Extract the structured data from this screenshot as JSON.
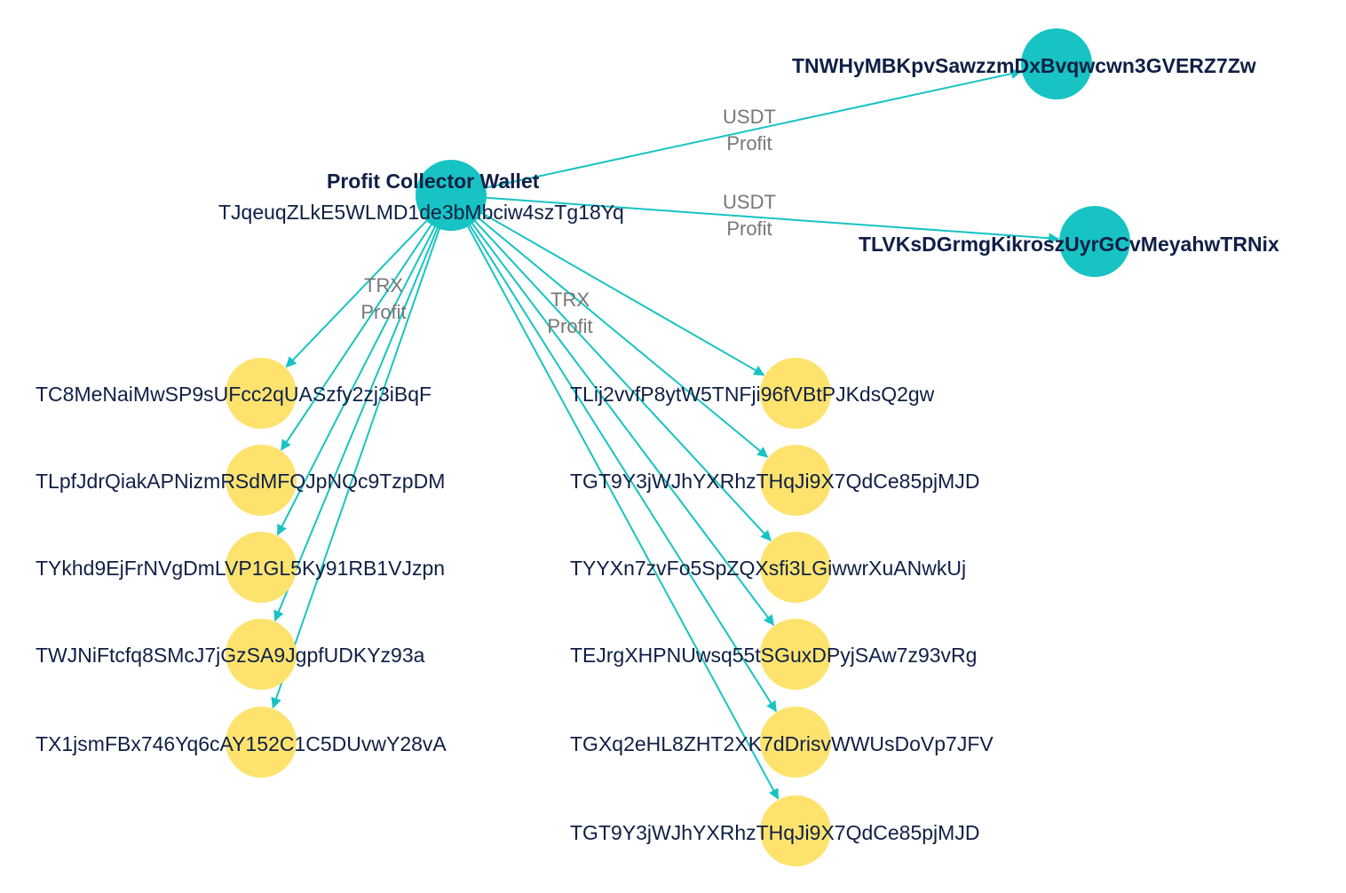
{
  "colors": {
    "teal": "#17c3c3",
    "yellow": "#fde36e",
    "edge": "#17c3c3",
    "text": "#0f1f45",
    "edge_label": "#777777"
  },
  "hub": {
    "title": "Profit Collector Wallet",
    "address": "TJqeuqZLkE5WLMD1de3bMbciw4szTg18Yq"
  },
  "usdt_nodes": [
    {
      "address": "TNWHyMBKpvSawzzmDxBvqwcwn3GVERZ7Zw"
    },
    {
      "address": "TLVKsDGrmgKikroszUyrGCvMeyahwTRNix"
    }
  ],
  "trx_left_nodes": [
    {
      "address": "TC8MeNaiMwSP9sUFcc2qUASzfy2zj3iBqF"
    },
    {
      "address": "TLpfJdrQiakAPNizmRSdMFQJpNQc9TzpDM"
    },
    {
      "address": "TYkhd9EjFrNVgDmLVP1GL5Ky91RB1VJzpn"
    },
    {
      "address": "TWJNiFtcfq8SMcJ7jGzSA9JgpfUDKYz93a"
    },
    {
      "address": "TX1jsmFBx746Yq6cAY152C1C5DUvwY28vA"
    }
  ],
  "trx_right_nodes": [
    {
      "address": "TLij2vvfP8ytW5TNFji96fVBtPJKdsQ2gw"
    },
    {
      "address": "TGT9Y3jWJhYXRhzTHqJi9X7QdCe85pjMJD"
    },
    {
      "address": "TYYXn7zvFo5SpZQXsfi3LGiwwrXuANwkUj"
    },
    {
      "address": "TEJrgXHPNUwsq55tSGuxDPyjSAw7z93vRg"
    },
    {
      "address": "TGXq2eHL8ZHT2XK7dDrisvWWUsDoVp7JFV"
    },
    {
      "address": "TGT9Y3jWJhYXRhzTHqJi9X7QdCe85pjMJD"
    }
  ],
  "edge_labels": {
    "usdt_top": {
      "line1": "USDT",
      "line2": "Profit"
    },
    "usdt_bottom": {
      "line1": "USDT",
      "line2": "Profit"
    },
    "trx_left": {
      "line1": "TRX",
      "line2": "Profit"
    },
    "trx_right": {
      "line1": "TRX",
      "line2": "Profit"
    }
  }
}
